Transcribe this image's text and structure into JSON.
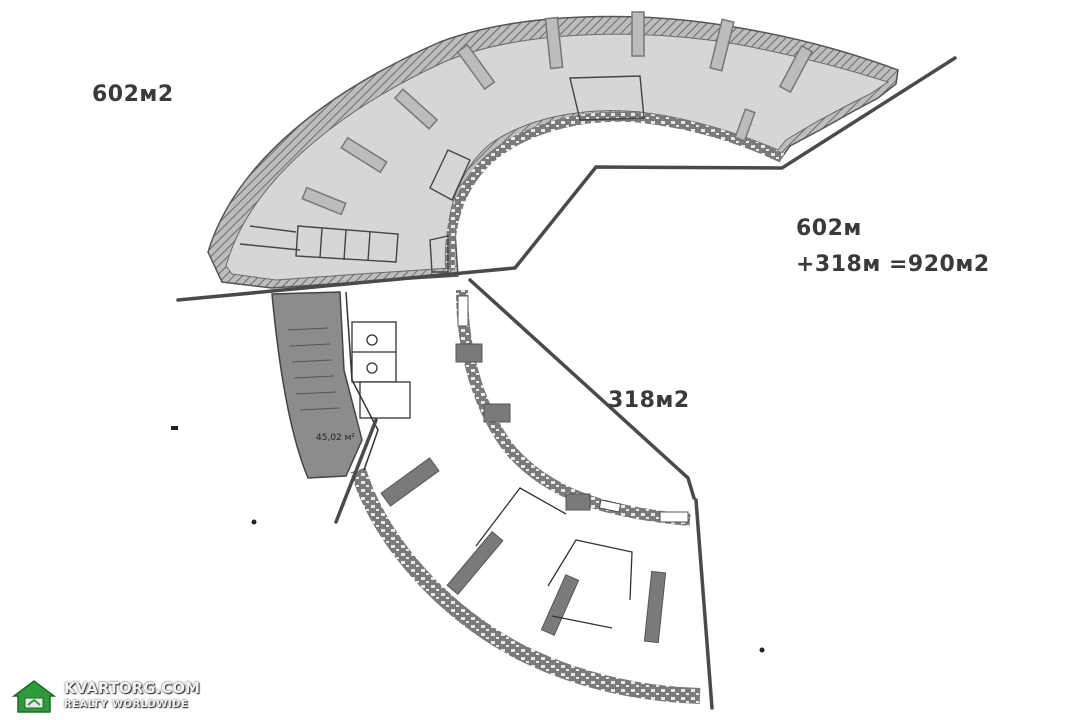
{
  "labels": {
    "upper_area": "602м2",
    "total_line1": "602м",
    "total_line2": "+318м =920м2",
    "lower_area": "318м2"
  },
  "room_area": "45,02 м²",
  "watermark": {
    "site": "KVARTORG.COM",
    "tagline": "REALTY WORLDWIDE"
  },
  "colors": {
    "upper_fill": "#d6d6d6",
    "stair_fill": "#8c8c8c",
    "wall": "#555555",
    "cut_line": "#4a4a4a",
    "label": "#3a3a3a",
    "watermark_green": "#2e9a3a"
  }
}
